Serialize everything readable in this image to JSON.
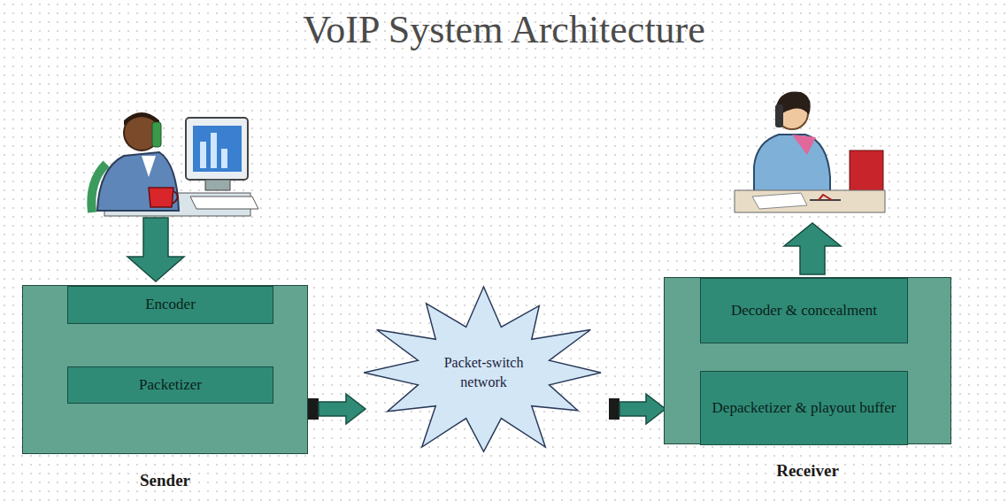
{
  "diagram": {
    "title": "VoIP System Architecture",
    "nodes": [
      {
        "text": [
          "Sender"
        ]
      },
      {
        "text": [
          "Encoder"
        ],
        "in": 0
      },
      {
        "text": [
          "Packetizer"
        ],
        "in": 0
      },
      {
        "text": [
          "Packet-switch network"
        ]
      },
      {
        "text": [
          "Receiver"
        ]
      },
      {
        "text": [
          "Decoder & concealment"
        ],
        "in": 4
      },
      {
        "text": [
          "Depacketizer & playout buffer"
        ],
        "in": 4
      }
    ],
    "edges": [
      {
        "from": 1,
        "to": 2,
        "arrow": "to"
      },
      {
        "from": 0,
        "to": 3,
        "arrow": "to"
      },
      {
        "from": 3,
        "to": 4,
        "arrow": "to"
      },
      {
        "from": 6,
        "to": 5,
        "arrow": "to"
      }
    ]
  }
}
